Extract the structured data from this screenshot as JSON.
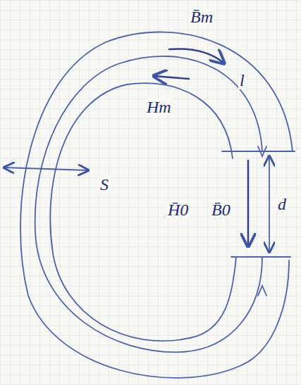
{
  "diagram": {
    "labels": [
      "B̄m",
      "l",
      "Hm",
      "S",
      "H̄0",
      "B̄0",
      "d"
    ]
  }
}
